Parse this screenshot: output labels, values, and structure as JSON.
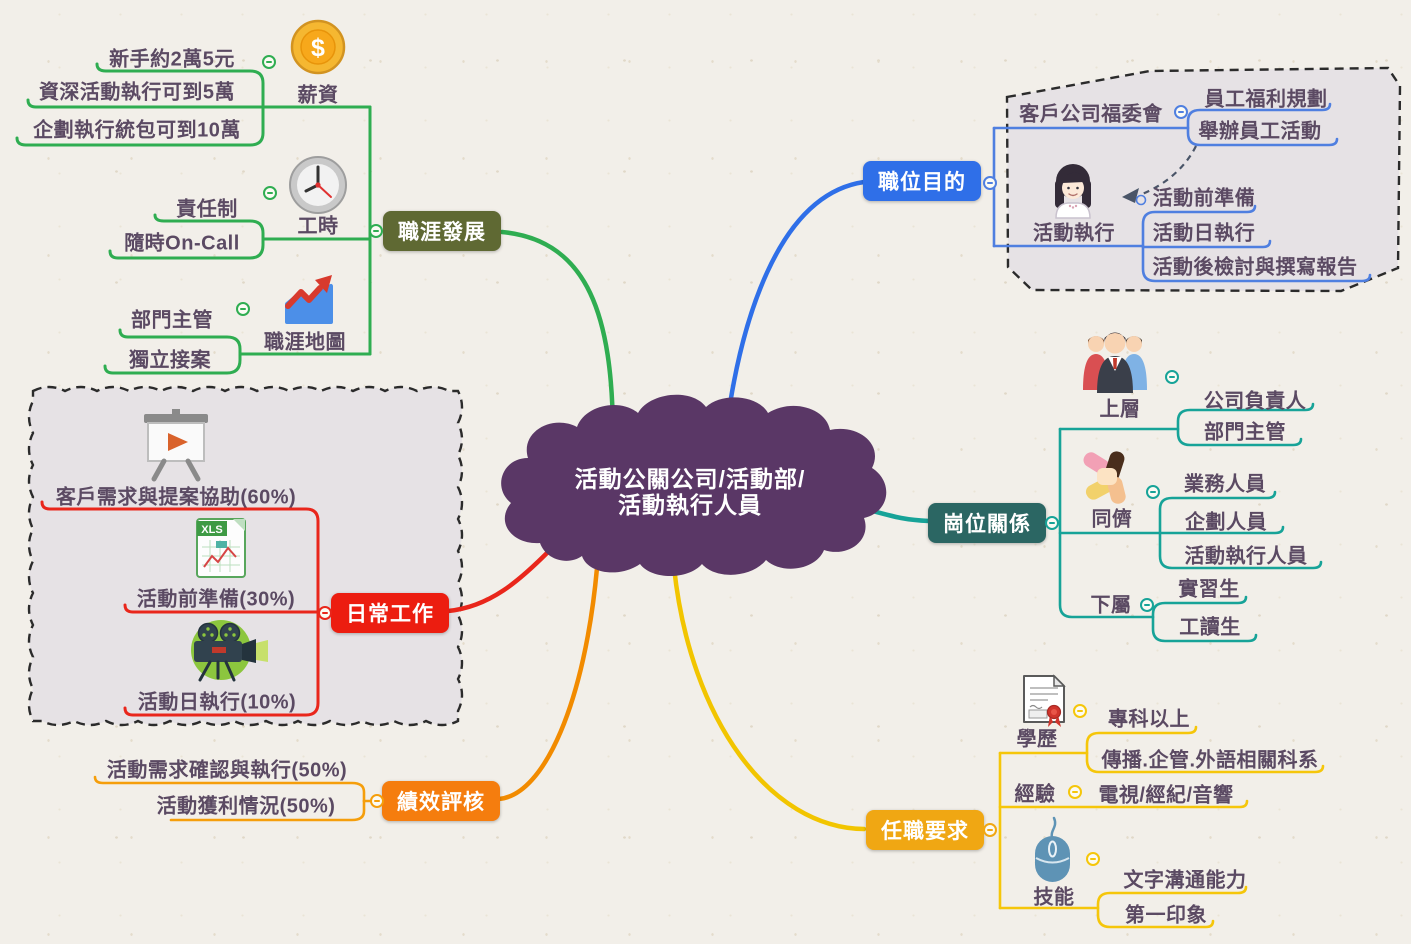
{
  "central_topic": {
    "line1": "活動公關公司/活動部/",
    "line2": "活動執行人員"
  },
  "palette": {
    "background": "#F2EFE9",
    "cloud": "#5A3766",
    "topic_text": "#5B4A63",
    "region_fill": "#E6E2E5",
    "region_border": "#2B2B2B",
    "green_line": "#2FAD51",
    "green_button": "#5F6933",
    "blue_line": "#4F7FE0",
    "blue_button": "#2F6FE8",
    "teal_line": "#17A398",
    "teal_button": "#2B6663",
    "yellow_line": "#F5C60A",
    "yellow_button": "#F0A713",
    "orange_line": "#F59E0B",
    "orange_button": "#F57D0E",
    "red_line": "#E9261B",
    "red_button": "#EC1D10",
    "relationship_arrow": "#4A5568"
  },
  "branches": {
    "career": {
      "label": "職涯發展",
      "topics": {
        "salary": {
          "label": "薪資",
          "icon": "dollar-coin-icon",
          "items": [
            "新手約2萬5元",
            "資深活動執行可到5萬",
            "企劃執行統包可到10萬"
          ]
        },
        "hours": {
          "label": "工時",
          "icon": "clock-icon",
          "items": [
            "責任制",
            "隨時On-Call"
          ]
        },
        "map": {
          "label": "職涯地圖",
          "icon": "growth-chart-icon",
          "items": [
            "部門主管",
            "獨立接案"
          ]
        }
      }
    },
    "purpose": {
      "label": "職位目的",
      "topics": {
        "committee": {
          "label": "客戶公司福委會",
          "items": [
            "員工福利規劃",
            "舉辦員工活動"
          ]
        },
        "execution": {
          "label": "活動執行",
          "icon": "woman-avatar-icon",
          "items": [
            "活動前準備",
            "活動日執行",
            "活動後檢討與撰寫報告"
          ]
        }
      }
    },
    "relations": {
      "label": "崗位關係",
      "topics": {
        "upper": {
          "label": "上層",
          "icon": "team-icon",
          "items": [
            "公司負責人",
            "部門主管"
          ]
        },
        "peer": {
          "label": "同儕",
          "icon": "hands-together-icon",
          "items": [
            "業務人員",
            "企劃人員",
            "活動執行人員"
          ]
        },
        "lower": {
          "label": "下屬",
          "items": [
            "實習生",
            "工讀生"
          ]
        }
      }
    },
    "requirement": {
      "label": "任職要求",
      "topics": {
        "education": {
          "label": "學歷",
          "icon": "certificate-icon",
          "items": [
            "專科以上",
            "傳播.企管.外語相關科系"
          ]
        },
        "experience": {
          "label": "經驗",
          "items": [
            "電視/經紀/音響"
          ]
        },
        "skill": {
          "label": "技能",
          "icon": "mouse-icon",
          "items": [
            "文字溝通能力",
            "第一印象"
          ]
        }
      }
    },
    "evaluation": {
      "label": "績效評核",
      "items": [
        "活動需求確認與執行(50%)",
        "活動獲利情況(50%)"
      ]
    },
    "daily": {
      "label": "日常工作",
      "topics": {
        "proposal": {
          "label": "客戶需求與提案協助(60%)",
          "icon": "presentation-screen-icon"
        },
        "prep": {
          "label": "活動前準備(30%)",
          "icon": "spreadsheet-icon"
        },
        "eventday": {
          "label": "活動日執行(10%)",
          "icon": "video-camera-icon"
        }
      }
    }
  }
}
